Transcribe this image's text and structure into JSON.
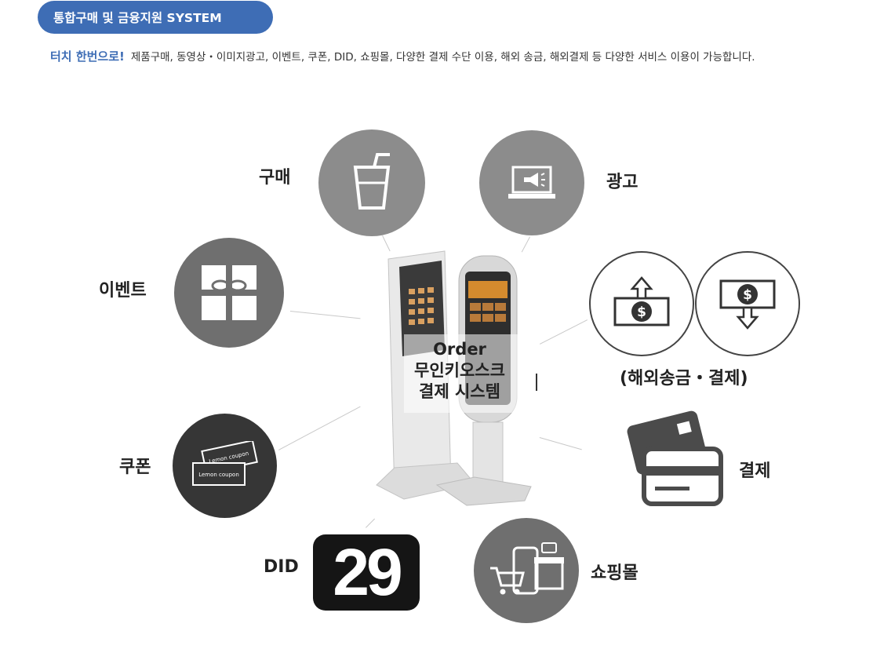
{
  "header": {
    "title": "통합구매 및 금융지원 SYSTEM"
  },
  "intro": {
    "accent": "터치 한번으로!",
    "text": "제품구매, 동영상・이미지광고, 이벤트, 쿠폰, DID, 쇼핑몰, 다양한 결제 수단 이용, 해외 송금, 해외결제 등 다양한 서비스 이용이 가능합니다."
  },
  "center": {
    "line1": "Order",
    "line2": "무인키오스크",
    "line3": "결제 시스템"
  },
  "features": {
    "purchase": "구매",
    "ad": "광고",
    "event": "이벤트",
    "overseas": "(해외송금・결제)",
    "payment": "결제",
    "coupon": "쿠폰",
    "did": "DID",
    "did_number": "29",
    "shopping": "쇼핑몰"
  },
  "coupon_text": {
    "top": "Lemon coupon",
    "bottom": "Lemon coupon"
  },
  "colors": {
    "brand": "#3e6db5",
    "circle_gray": "#8c8c8c",
    "circle_dark": "#363636"
  },
  "icons": [
    "drink-cup-icon",
    "laptop-megaphone-icon",
    "gift-icon",
    "money-up-icon",
    "money-down-icon",
    "credit-card-icon",
    "coupon-ticket-icon",
    "shopping-cart-icon"
  ]
}
